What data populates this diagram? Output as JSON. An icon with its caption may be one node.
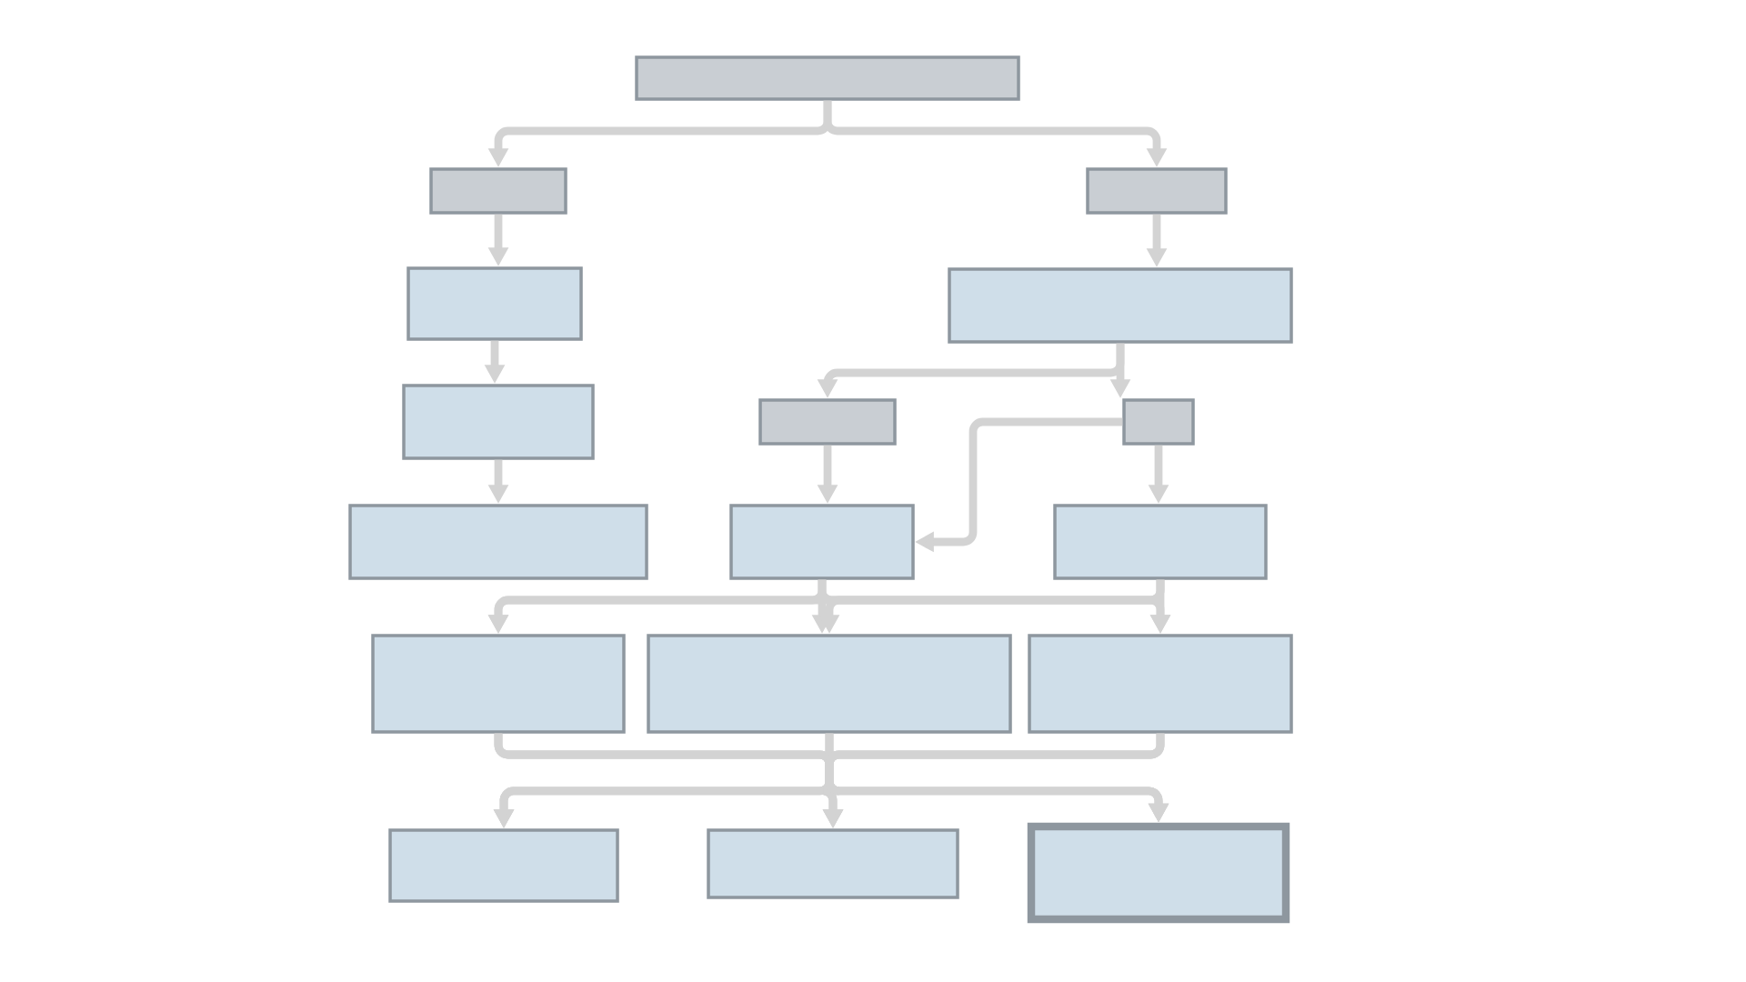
{
  "diagram": {
    "nodes": [
      {
        "text": [],
        "shape": "box"
      },
      {
        "text": [],
        "shape": "box"
      },
      {
        "text": [],
        "shape": "box"
      },
      {
        "text": [],
        "shape": "box"
      },
      {
        "text": [],
        "shape": "box"
      },
      {
        "text": [],
        "shape": "box"
      },
      {
        "text": [],
        "shape": "box"
      },
      {
        "text": [],
        "shape": "box"
      },
      {
        "text": [],
        "shape": "box"
      },
      {
        "text": [],
        "shape": "box"
      },
      {
        "text": [],
        "shape": "box"
      },
      {
        "text": [],
        "shape": "box"
      },
      {
        "text": [],
        "shape": "box"
      },
      {
        "text": [],
        "shape": "box"
      },
      {
        "text": [],
        "shape": "box"
      },
      {
        "text": [],
        "shape": "box"
      },
      {
        "text": [],
        "shape": "box"
      }
    ],
    "edges": [
      {
        "from": 0,
        "to": 1,
        "arrow": "to"
      },
      {
        "from": 0,
        "to": 2,
        "arrow": "to"
      },
      {
        "from": 1,
        "to": 3,
        "arrow": "to"
      },
      {
        "from": 3,
        "to": 5,
        "arrow": "to"
      },
      {
        "from": 5,
        "to": 8,
        "arrow": "to"
      },
      {
        "from": 2,
        "to": 4,
        "arrow": "to"
      },
      {
        "from": 4,
        "to": 6,
        "arrow": "to"
      },
      {
        "from": 4,
        "to": 7,
        "arrow": "to"
      },
      {
        "from": 6,
        "to": 9,
        "arrow": "to"
      },
      {
        "from": 7,
        "to": 10,
        "arrow": "to"
      },
      {
        "from": 7,
        "to": 9,
        "arrow": "to"
      },
      {
        "from": 9,
        "to": 11,
        "arrow": "to"
      },
      {
        "from": 9,
        "to": 12,
        "arrow": "to"
      },
      {
        "from": 9,
        "to": 13,
        "arrow": "to"
      },
      {
        "from": 10,
        "to": 11,
        "arrow": "to"
      },
      {
        "from": 10,
        "to": 12,
        "arrow": "to"
      },
      {
        "from": 10,
        "to": 13,
        "arrow": "to"
      },
      {
        "from": 11,
        "to": 14,
        "arrow": "to"
      },
      {
        "from": 11,
        "to": 15,
        "arrow": "to"
      },
      {
        "from": 11,
        "to": 16,
        "arrow": "to"
      },
      {
        "from": 12,
        "to": 14,
        "arrow": "to"
      },
      {
        "from": 12,
        "to": 15,
        "arrow": "to"
      },
      {
        "from": 12,
        "to": 16,
        "arrow": "to"
      },
      {
        "from": 13,
        "to": 14,
        "arrow": "to"
      },
      {
        "from": 13,
        "to": 15,
        "arrow": "to"
      },
      {
        "from": 13,
        "to": 16,
        "arrow": "to"
      }
    ]
  }
}
